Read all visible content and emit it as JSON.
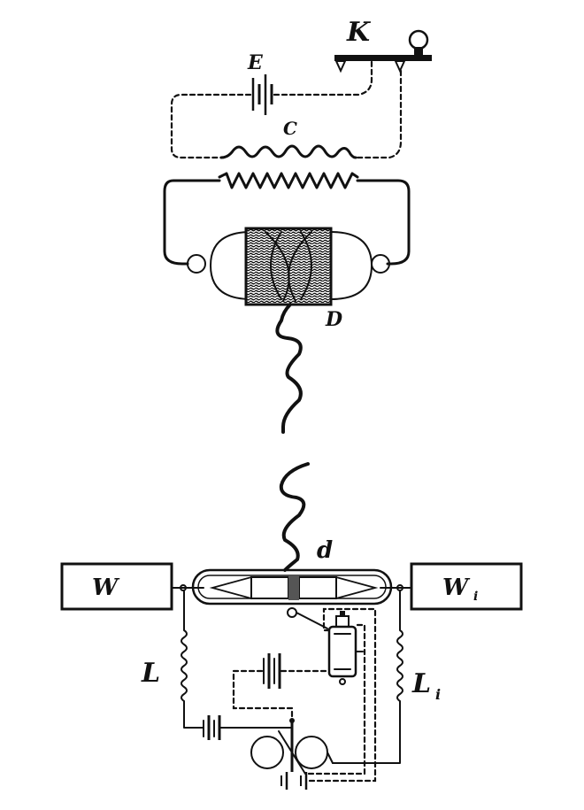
{
  "labels": {
    "E": "E",
    "K": "K",
    "C": "C",
    "D": "D",
    "d": "d",
    "W": "W",
    "W1": "W",
    "W1_sub": "i",
    "L": "L",
    "L1": "L",
    "L1_sub": "i"
  },
  "colors": {
    "ink": "#111111",
    "paper": "#ffffff"
  }
}
